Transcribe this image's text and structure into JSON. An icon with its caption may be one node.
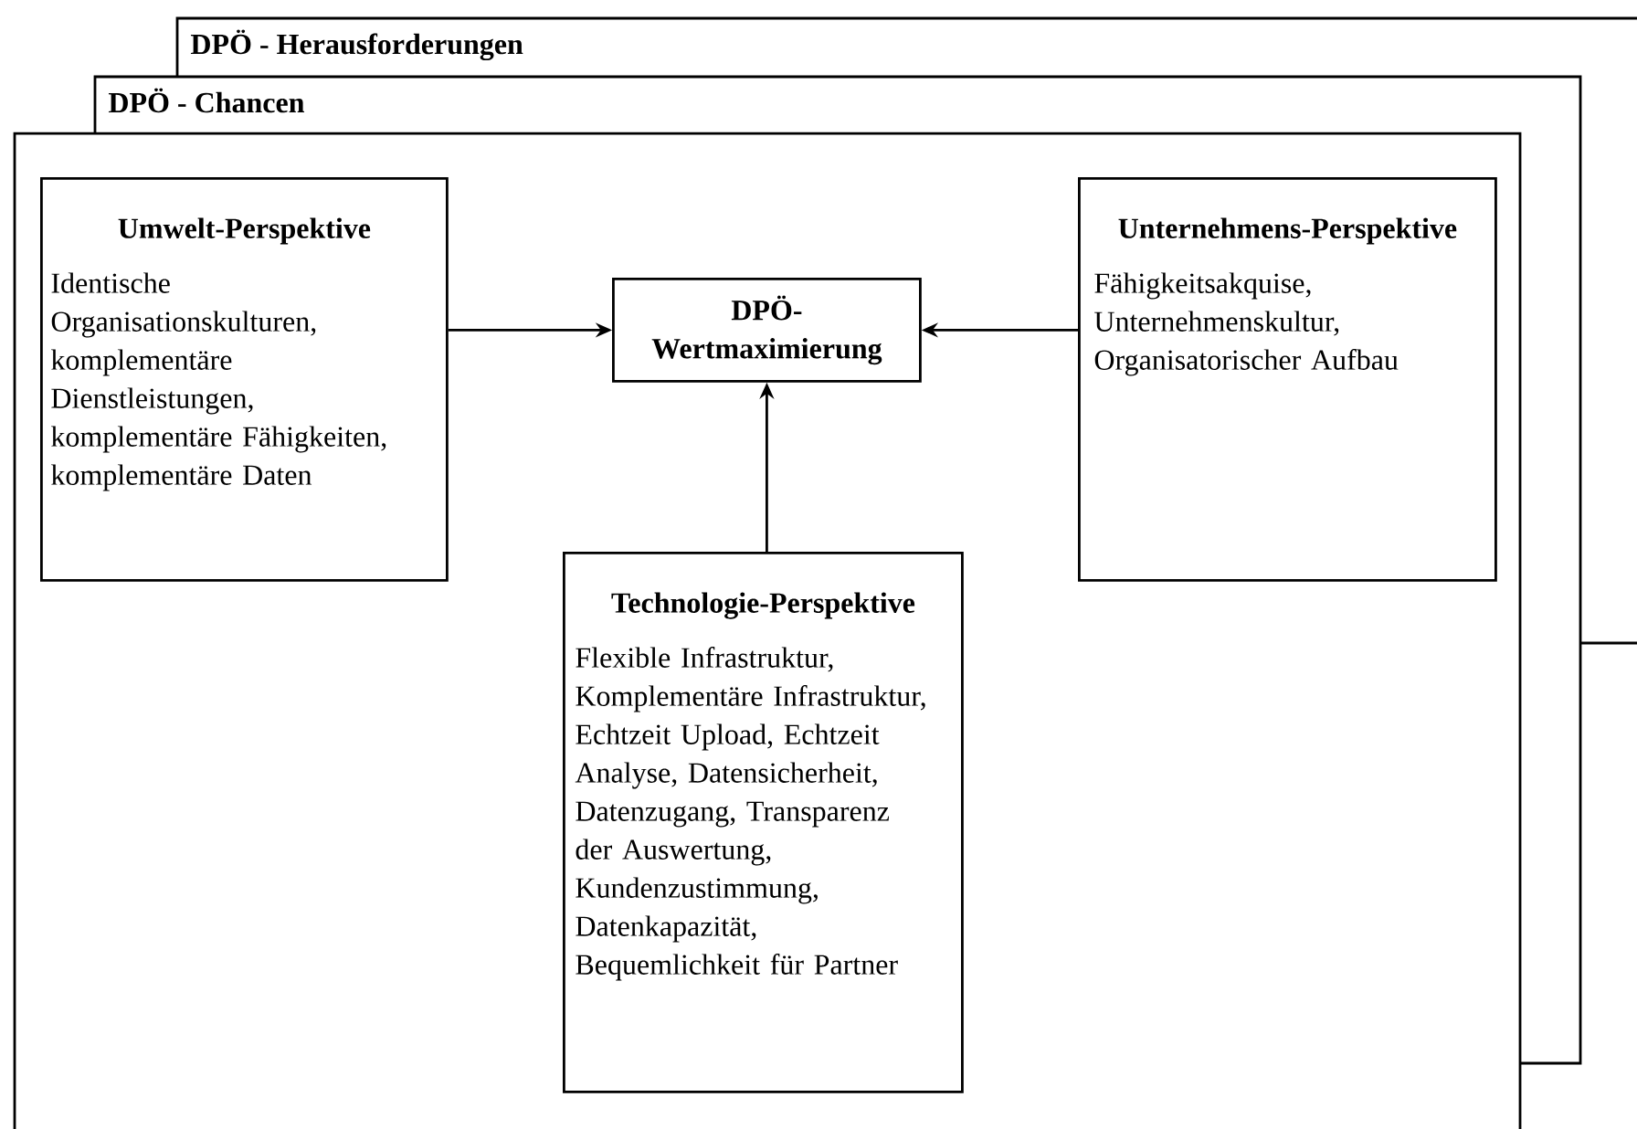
{
  "diagram": {
    "nodes": [
      {
        "text": [
          "Umwelt-Perspektive",
          "Identische Organisationskulturen, komplementäre Dienstleistungen, komplementäre Fähigkeiten, komplementäre Daten"
        ]
      },
      {
        "text": [
          "DPÖ-Wertmaximierung"
        ]
      },
      {
        "text": [
          "Unternehmens-Perspektive",
          "Fähigkeitsakquise, Unternehmenskultur, Organisatorischer Aufbau"
        ]
      },
      {
        "text": [
          "Technologie-Perspektive",
          "Flexible Infrastruktur, Komplementäre Infrastruktur, Echtzeit Upload, Echtzeit Analyse, Datensicherheit, Datenzugang, Transparenz der Auswertung, Kundenzustimmung, Datenkapazität, Bequemlichkeit für Partner"
        ]
      }
    ],
    "edges": [
      {
        "from": 0,
        "to": 1,
        "arrow": "to"
      },
      {
        "from": 2,
        "to": 1,
        "arrow": "to"
      },
      {
        "from": 3,
        "to": 1,
        "arrow": "to"
      }
    ],
    "labels": [
      "DPÖ - Herausforderungen",
      "DPÖ - Chancen"
    ]
  }
}
